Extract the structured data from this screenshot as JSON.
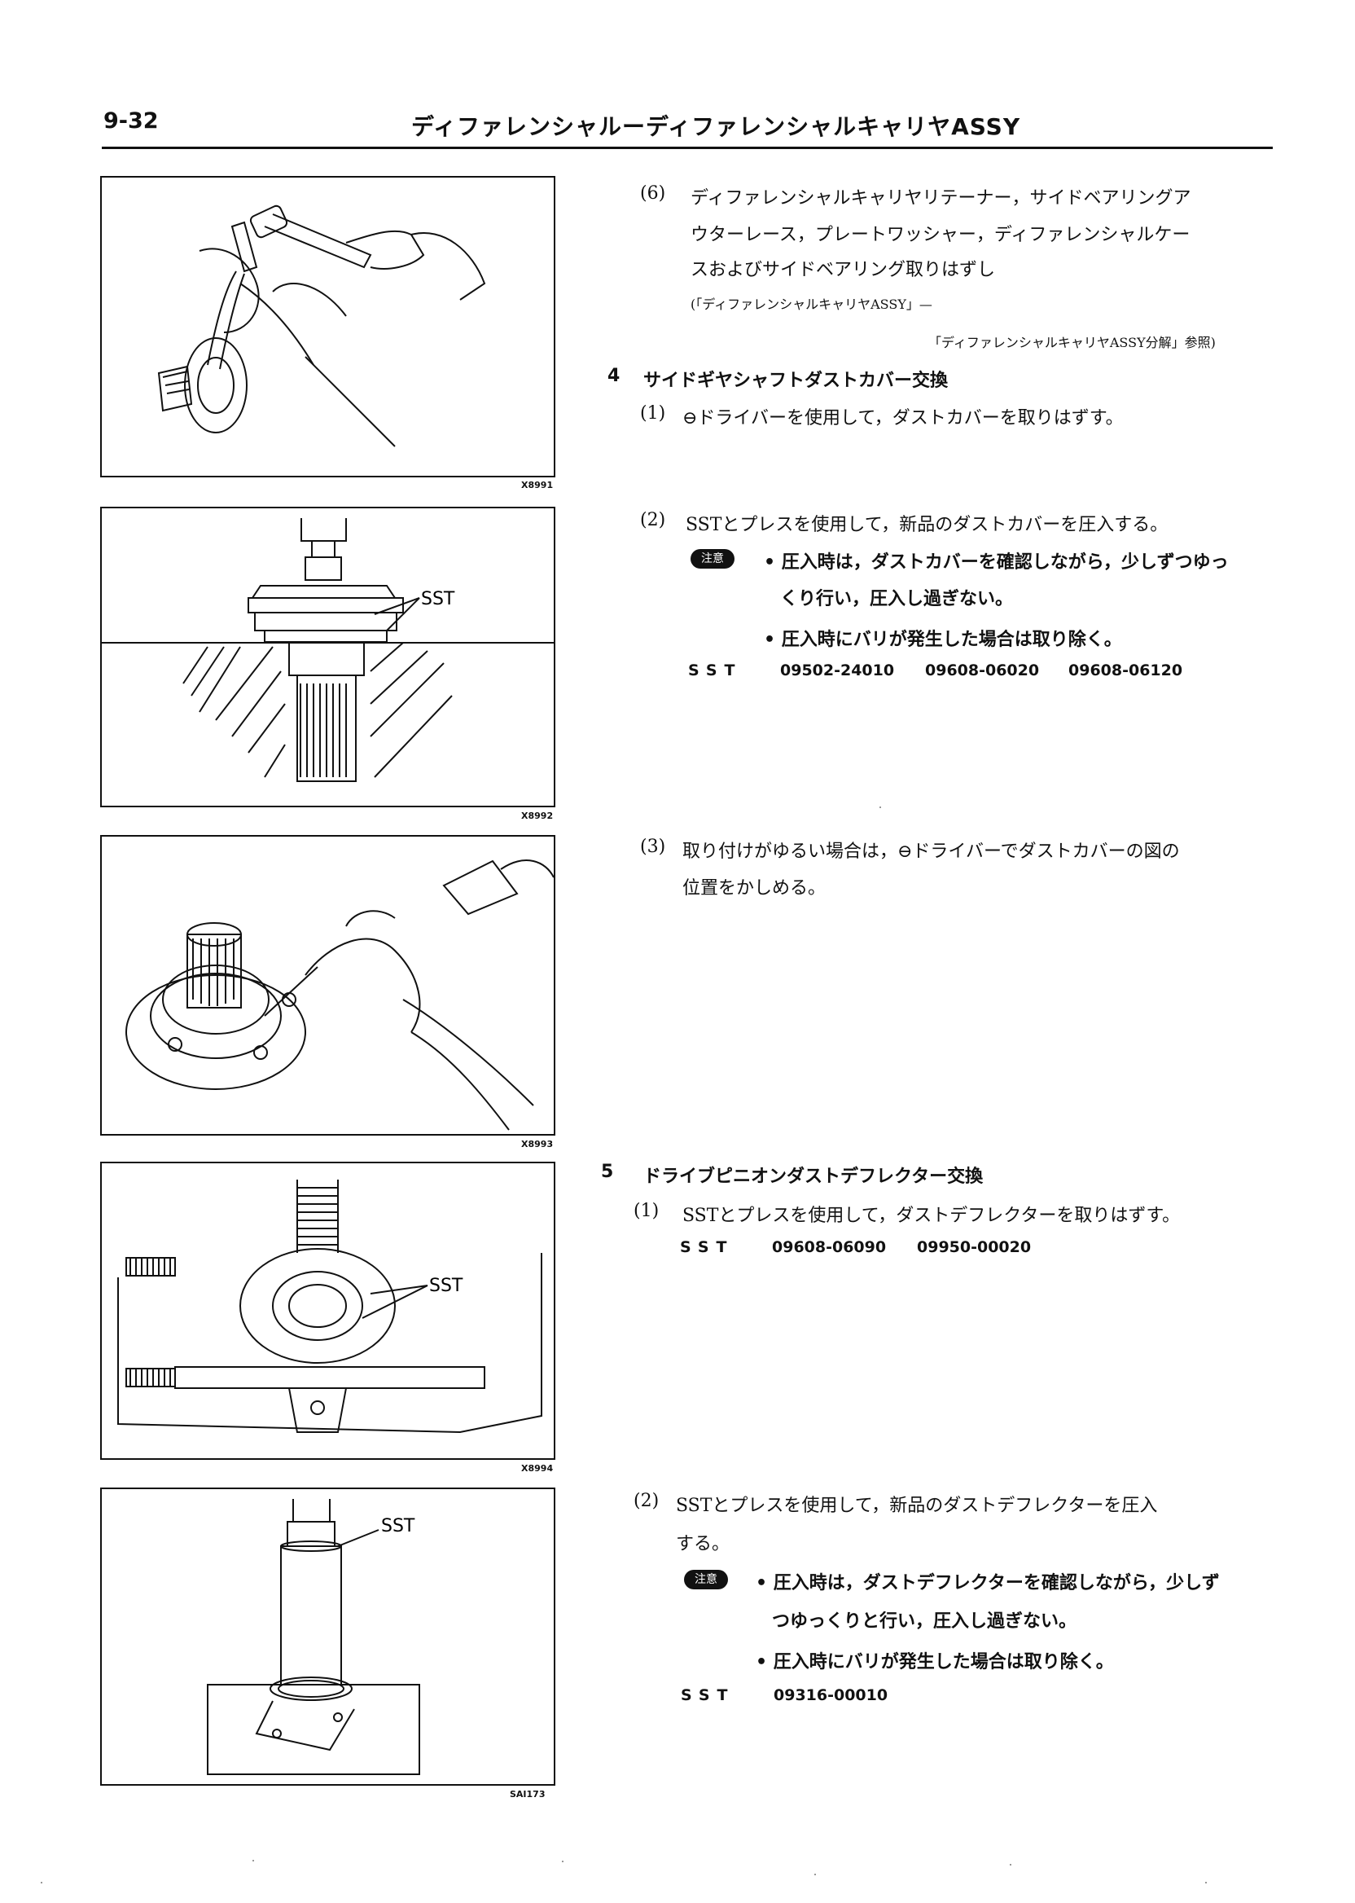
{
  "header": {
    "page_number": "9-32",
    "title": "ディファレンシャルーディファレンシャルキャリヤASSY"
  },
  "figures": [
    {
      "code": "X8991"
    },
    {
      "code": "X8992",
      "label": "SST"
    },
    {
      "code": "X8993"
    },
    {
      "code": "X8994",
      "label": "SST"
    },
    {
      "code": "SAI173",
      "label": "SST"
    }
  ],
  "step6": {
    "num": "(6)",
    "lines": [
      "ディファレンシャルキャリヤリテーナー，サイドベアリングア",
      "ウターレース，プレートワッシャー，ディファレンシャルケー",
      "スおよびサイドベアリング取りはずし"
    ],
    "ref1": "(「ディファレンシャルキャリヤASSY」—",
    "ref2": "「ディファレンシャルキャリヤASSY分解」参照)"
  },
  "sec4": {
    "num": "4",
    "title": "サイドギヤシャフトダストカバー交換",
    "s1": {
      "num": "(1)",
      "text": "⊖ドライバーを使用して，ダストカバーを取りはずす。"
    },
    "s2": {
      "num": "(2)",
      "text": "SSTとプレスを使用して，新品のダストカバーを圧入する。",
      "badge": "注意",
      "n1a": "• 圧入時は，ダストカバーを確認しながら，少しずつゆっ",
      "n1b": "くり行い，圧入し過ぎない。",
      "n2": "• 圧入時にバリが発生した場合は取り除く。",
      "sst_label": "SST",
      "sst": [
        "09502-24010",
        "09608-06020",
        "09608-06120"
      ]
    },
    "s3": {
      "num": "(3)",
      "line1": "取り付けがゆるい場合は，⊖ドライバーでダストカバーの図の",
      "line2": "位置をかしめる。"
    }
  },
  "sec5": {
    "num": "5",
    "title": "ドライブピニオンダストデフレクター交換",
    "s1": {
      "num": "(1)",
      "text": "SSTとプレスを使用して，ダストデフレクターを取りはずす。",
      "sst_label": "SST",
      "sst": [
        "09608-06090",
        "09950-00020"
      ]
    },
    "s2": {
      "num": "(2)",
      "line1": "SSTとプレスを使用して，新品のダストデフレクターを圧入",
      "line2": "する。",
      "badge": "注意",
      "n1a": "• 圧入時は，ダストデフレクターを確認しながら，少しず",
      "n1b": "つゆっくりと行い，圧入し過ぎない。",
      "n2": "• 圧入時にバリが発生した場合は取り除く。",
      "sst_label": "SST",
      "sst": [
        "09316-00010"
      ]
    }
  }
}
